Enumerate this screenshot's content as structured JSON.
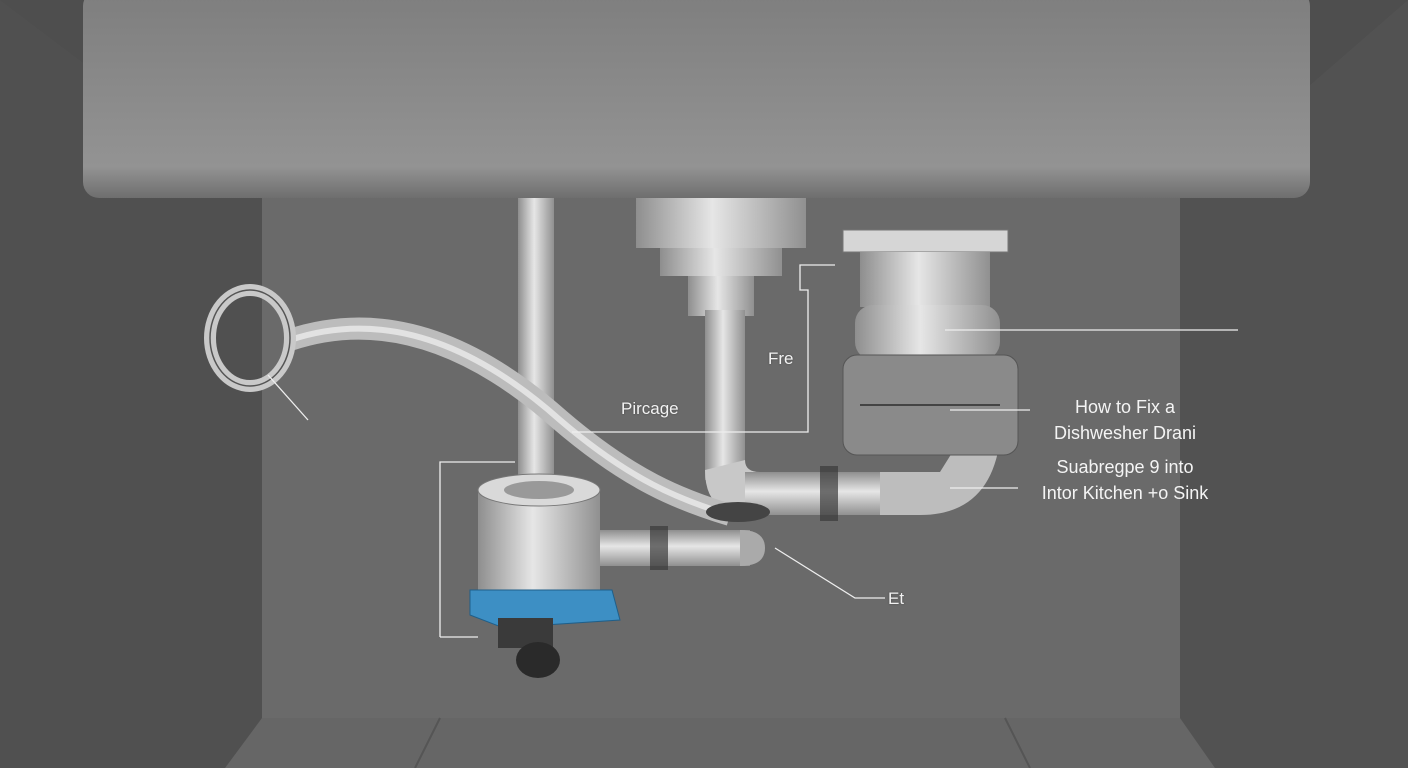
{
  "labels": {
    "pircage": "Pircage",
    "fre": "Fre",
    "et": "Et"
  },
  "title_block": {
    "line1": "How to Fix a",
    "line2": "Dishwesher Drani",
    "line3": "Suabregpe 9  into",
    "line4": "Intor Kitchen +o Sink"
  },
  "colors": {
    "counter": "#8c8c8c",
    "back_wall": "#6a6a6a",
    "side_wall": "#575757",
    "pipe": "#c9c9c9",
    "bracket": "#3d8fc4"
  }
}
